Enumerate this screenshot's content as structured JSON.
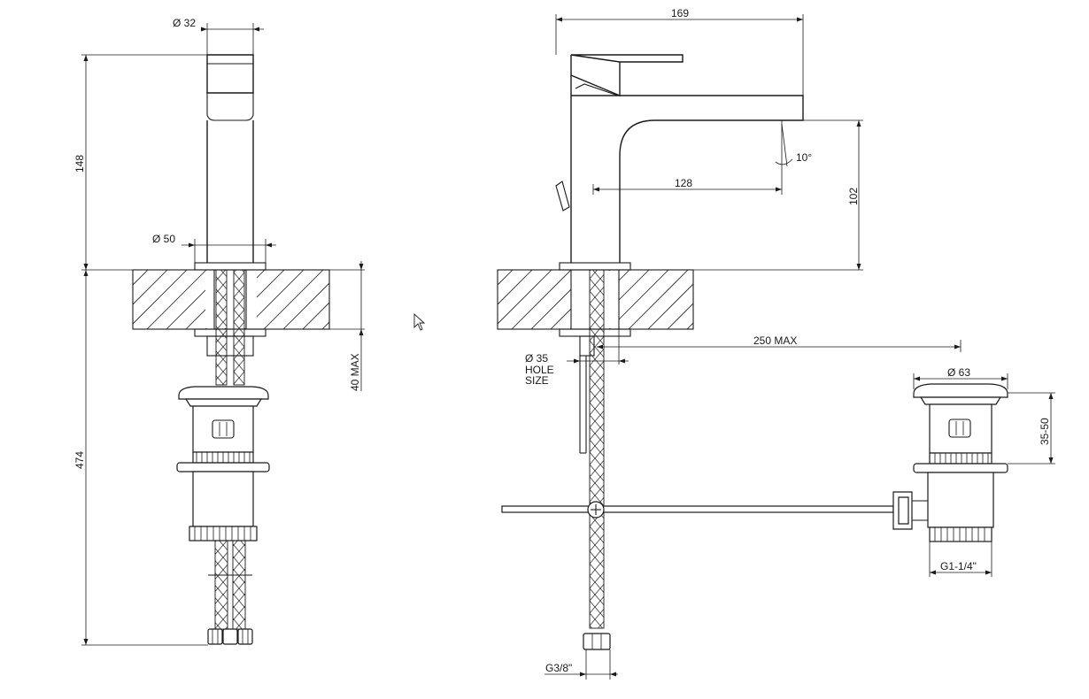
{
  "front_view": {
    "diameter_top": "Ø 32",
    "diameter_base": "Ø 50",
    "height_body": "148",
    "height_total": "474",
    "deck_thickness": "40 MAX"
  },
  "side_view": {
    "overall_length": "169",
    "spout_reach": "128",
    "spout_height": "102",
    "spout_angle": "10°",
    "hole_diameter": "Ø 35",
    "hole_label_line1": "HOLE",
    "hole_label_line2": "SIZE",
    "rod_length": "250 MAX",
    "inlet_thread": "G3/8\""
  },
  "waste_view": {
    "diameter": "Ø 63",
    "height_range": "35-50",
    "thread": "G1-1/4\""
  },
  "colors": {
    "line": "#1a1a1a",
    "background": "#ffffff"
  },
  "icons": {
    "cursor": "mouse-pointer-icon"
  }
}
